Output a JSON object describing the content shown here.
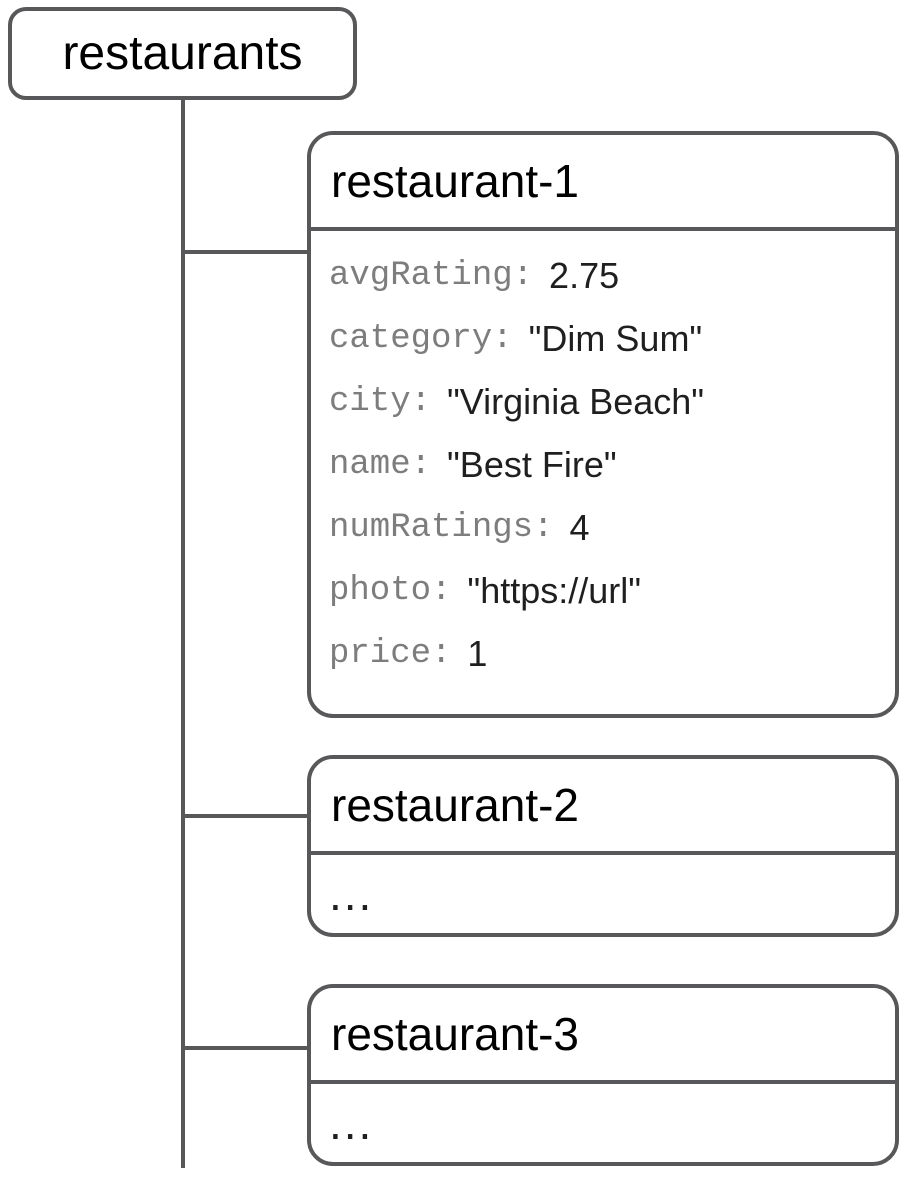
{
  "colors": {
    "line": "#58585b",
    "key_text": "#7d7d7d",
    "value_text": "#1f1f1f",
    "title_text": "#000000",
    "background": "#ffffff"
  },
  "root": {
    "label": "restaurants"
  },
  "cards": [
    {
      "title": "restaurant-1",
      "fields": [
        {
          "key": "avgRating:",
          "value": "2.75"
        },
        {
          "key": "category:",
          "value": "\"Dim Sum\""
        },
        {
          "key": "city:",
          "value": "\"Virginia Beach\""
        },
        {
          "key": "name:",
          "value": "\"Best Fire\""
        },
        {
          "key": "numRatings:",
          "value": "4"
        },
        {
          "key": "photo:",
          "value": "\"https://url\""
        },
        {
          "key": "price:",
          "value": "1"
        }
      ]
    },
    {
      "title": "restaurant-2",
      "placeholder": "..."
    },
    {
      "title": "restaurant-3",
      "placeholder": "..."
    }
  ]
}
